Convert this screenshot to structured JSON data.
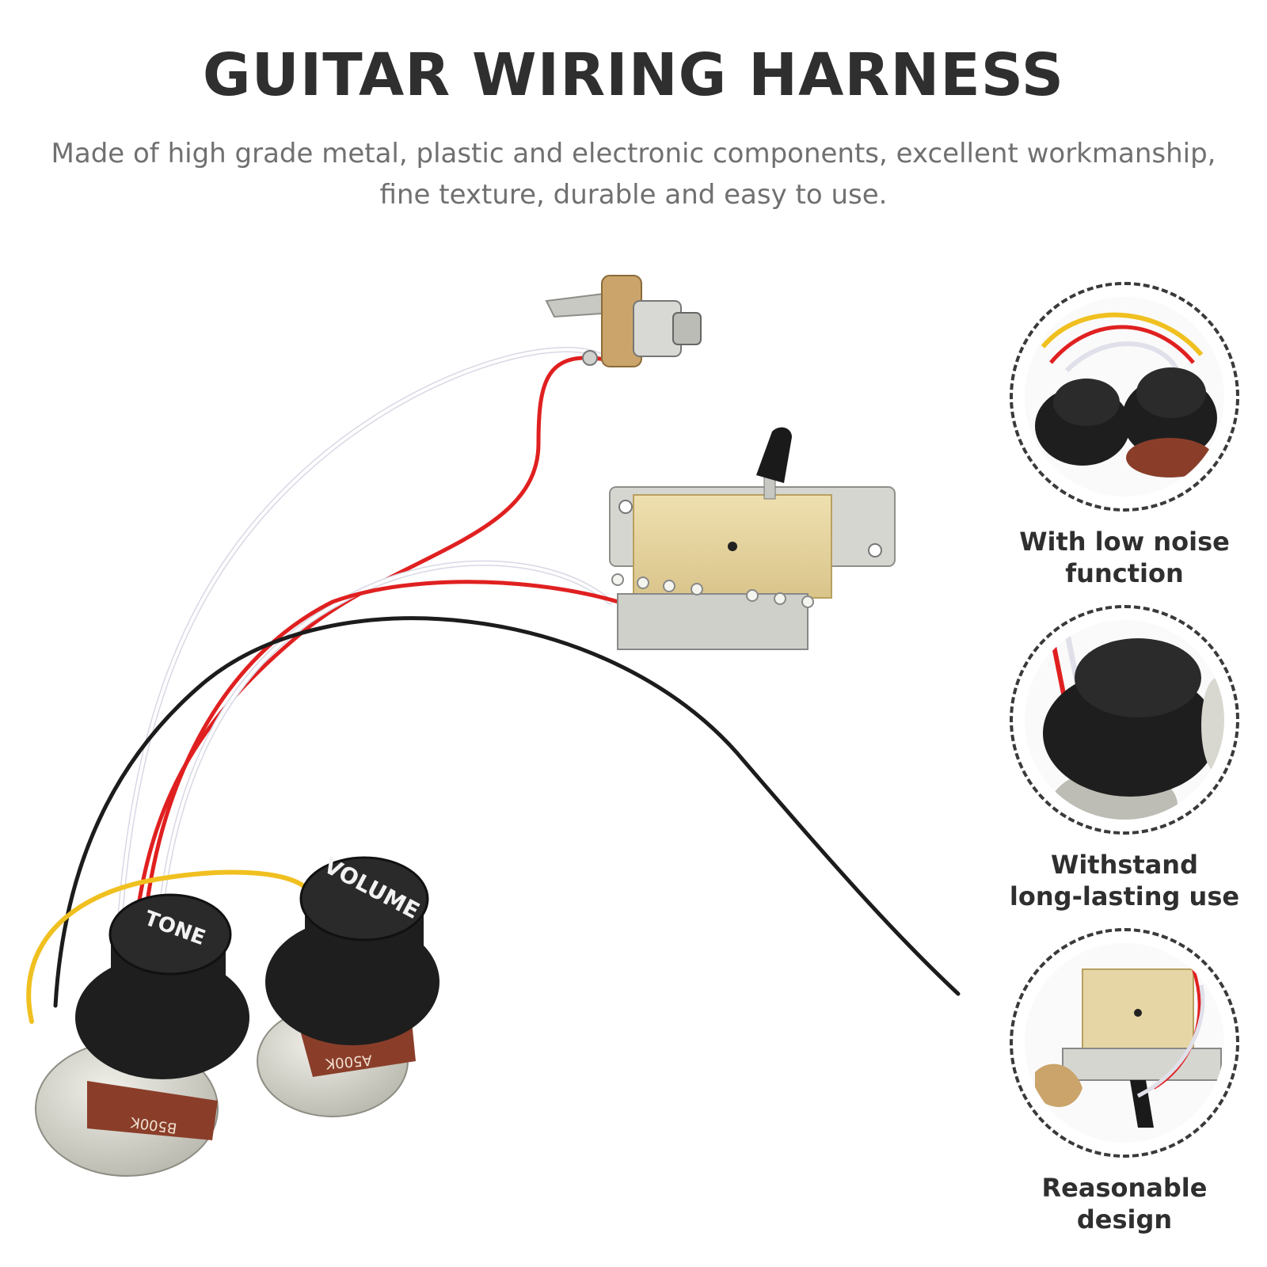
{
  "header": {
    "title": "GUITAR WIRING HARNESS",
    "subtitle_line1": "Made of high grade metal, plastic and electronic components, excellent workmanship,",
    "subtitle_line2": "fine texture, durable and easy to use."
  },
  "illustration": {
    "tone_knob_label": "TONE",
    "volume_knob_label": "VOLUME",
    "tone_pot_code": "B500K",
    "volume_pot_code": "A500K"
  },
  "features": [
    {
      "caption_line1": "With low noise",
      "caption_line2": "function"
    },
    {
      "caption_line1": "Withstand",
      "caption_line2": "long-lasting use"
    },
    {
      "caption_line1": "Reasonable",
      "caption_line2": "design"
    }
  ],
  "colors": {
    "wire_red": "#e02020",
    "wire_white": "#f2f2f2",
    "wire_black": "#1c1c1c",
    "wire_yellow": "#f0c020",
    "knob_black": "#1e1e1e",
    "switch_plate": "#e8d7a4",
    "metal": "#c9c9c4"
  }
}
